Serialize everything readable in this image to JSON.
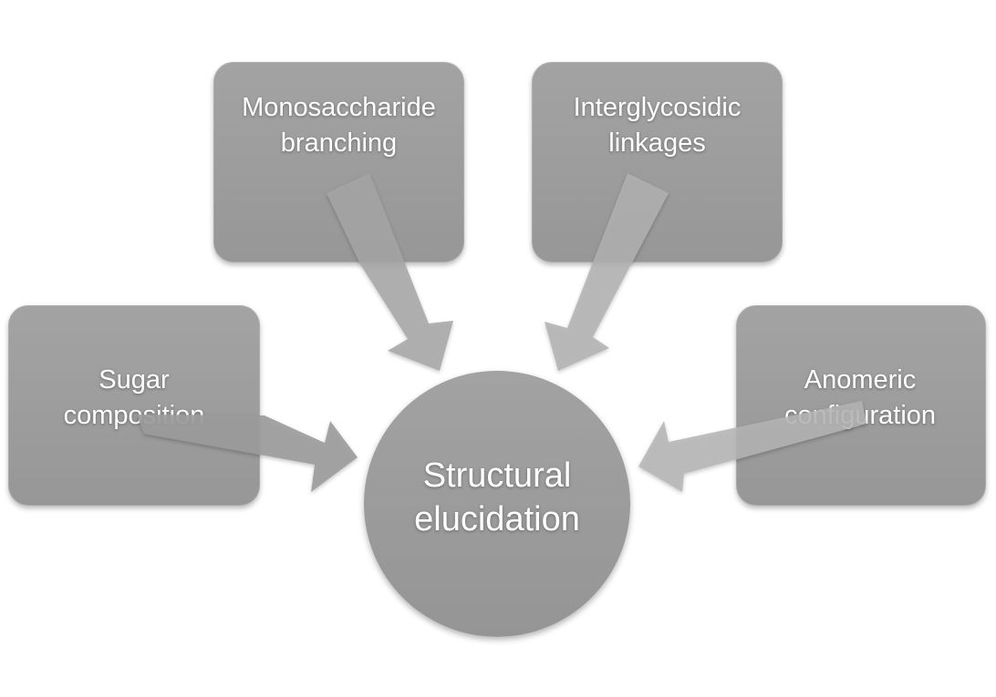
{
  "diagram": {
    "center": {
      "label": "Structural\nelucidation"
    },
    "nodes": [
      {
        "id": "monosaccharide-branching",
        "label": "Monosaccharide\nbranching"
      },
      {
        "id": "interglycosidic-linkages",
        "label": "Interglycosidic\nlinkages"
      },
      {
        "id": "sugar-composition",
        "label": "Sugar\ncomposition"
      },
      {
        "id": "anomeric-configuration",
        "label": "Anomeric\nconfiguration"
      }
    ],
    "edges": [
      {
        "from": "monosaccharide-branching",
        "to": "center"
      },
      {
        "from": "interglycosidic-linkages",
        "to": "center"
      },
      {
        "from": "sugar-composition",
        "to": "center"
      },
      {
        "from": "anomeric-configuration",
        "to": "center"
      }
    ],
    "colors": {
      "node_fill": "#9d9d9d",
      "arrow_fill": "#a9a9a9",
      "text": "#ffffff",
      "background": "#ffffff"
    }
  }
}
